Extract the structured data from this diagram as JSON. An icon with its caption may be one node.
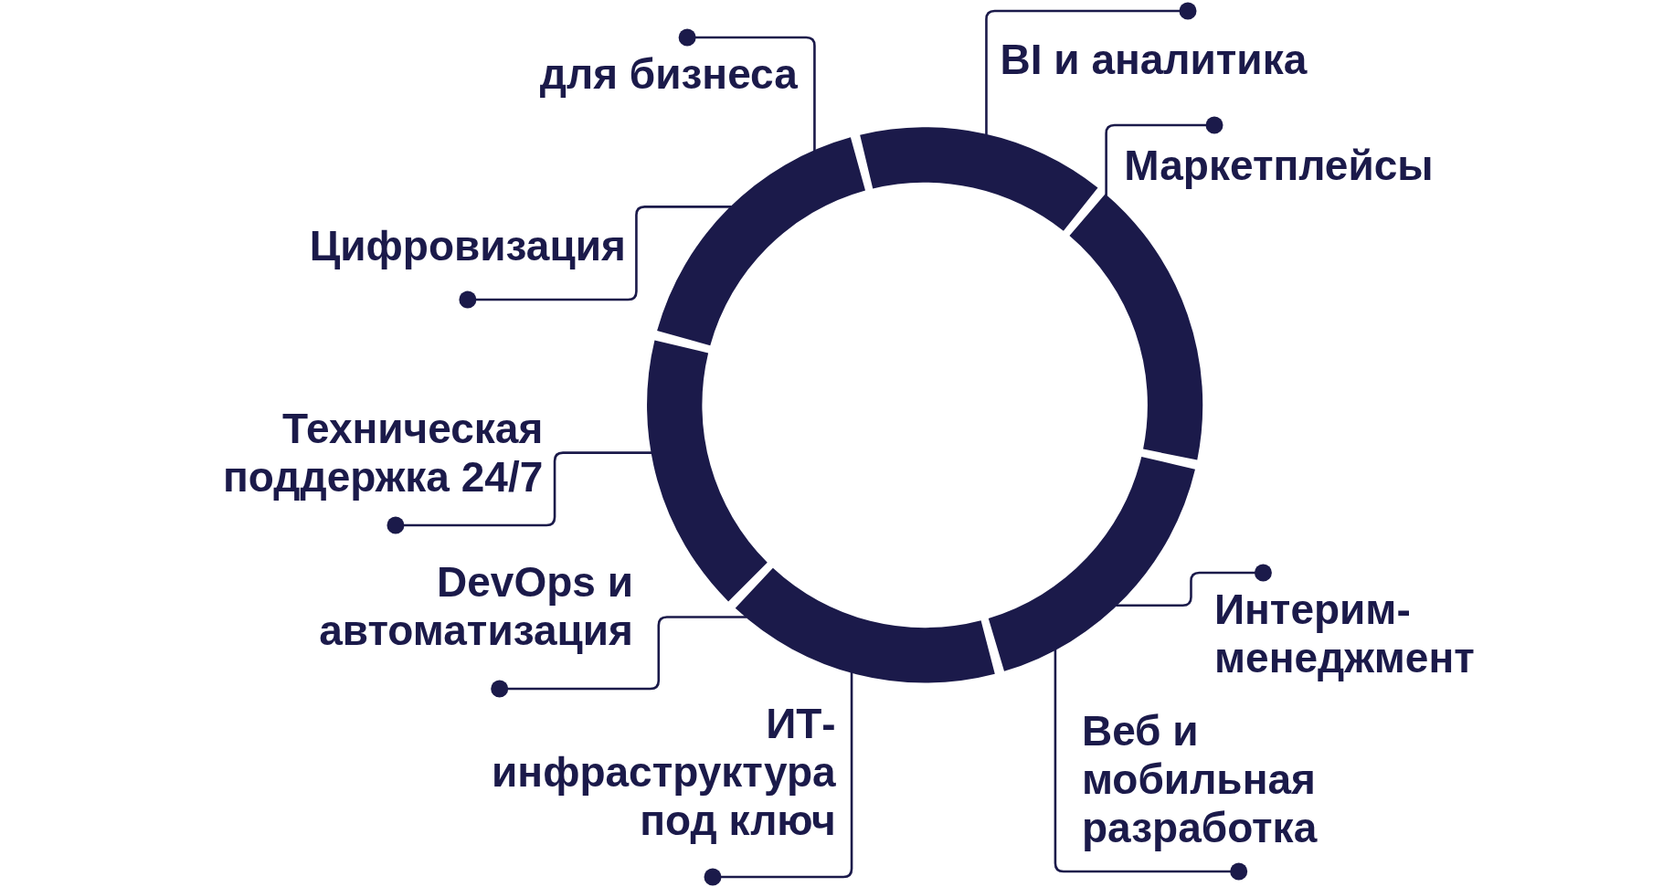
{
  "diagram": {
    "nodes": [
      {
        "text": [
          "BI и аналитика"
        ]
      },
      {
        "text": [
          "для бизнеса"
        ]
      },
      {
        "text": [
          "Маркетплейсы"
        ]
      },
      {
        "text": [
          "Цифровизация"
        ]
      },
      {
        "text": [
          "Техническая поддержка 24/7"
        ]
      },
      {
        "text": [
          "DevOps и автоматизация"
        ]
      },
      {
        "text": [
          "Интерим-менеджмент"
        ]
      },
      {
        "text": [
          "ИТ-инфраструктура под ключ"
        ]
      },
      {
        "text": [
          "Веб и мобильная разработка"
        ]
      },
      {
        "text": [],
        "shape": "arc"
      },
      {
        "text": [],
        "shape": "arc"
      },
      {
        "text": [],
        "shape": "arc"
      },
      {
        "text": [],
        "shape": "arc"
      },
      {
        "text": [],
        "shape": "arc"
      },
      {
        "text": [],
        "shape": "arc"
      }
    ],
    "edges": [
      {
        "from": 0,
        "to": 12,
        "arrow": "other"
      },
      {
        "from": 1,
        "to": 10,
        "arrow": "other"
      },
      {
        "from": 2,
        "to": 14,
        "arrow": "other"
      },
      {
        "from": 3,
        "to": 10,
        "arrow": "other"
      },
      {
        "from": 4,
        "to": 9,
        "arrow": "other"
      },
      {
        "from": 5,
        "to": 11,
        "arrow": "other"
      },
      {
        "from": 6,
        "to": 13,
        "arrow": "other"
      },
      {
        "from": 7,
        "to": 11,
        "arrow": "other"
      },
      {
        "from": 8,
        "to": 13,
        "arrow": "other"
      }
    ]
  }
}
